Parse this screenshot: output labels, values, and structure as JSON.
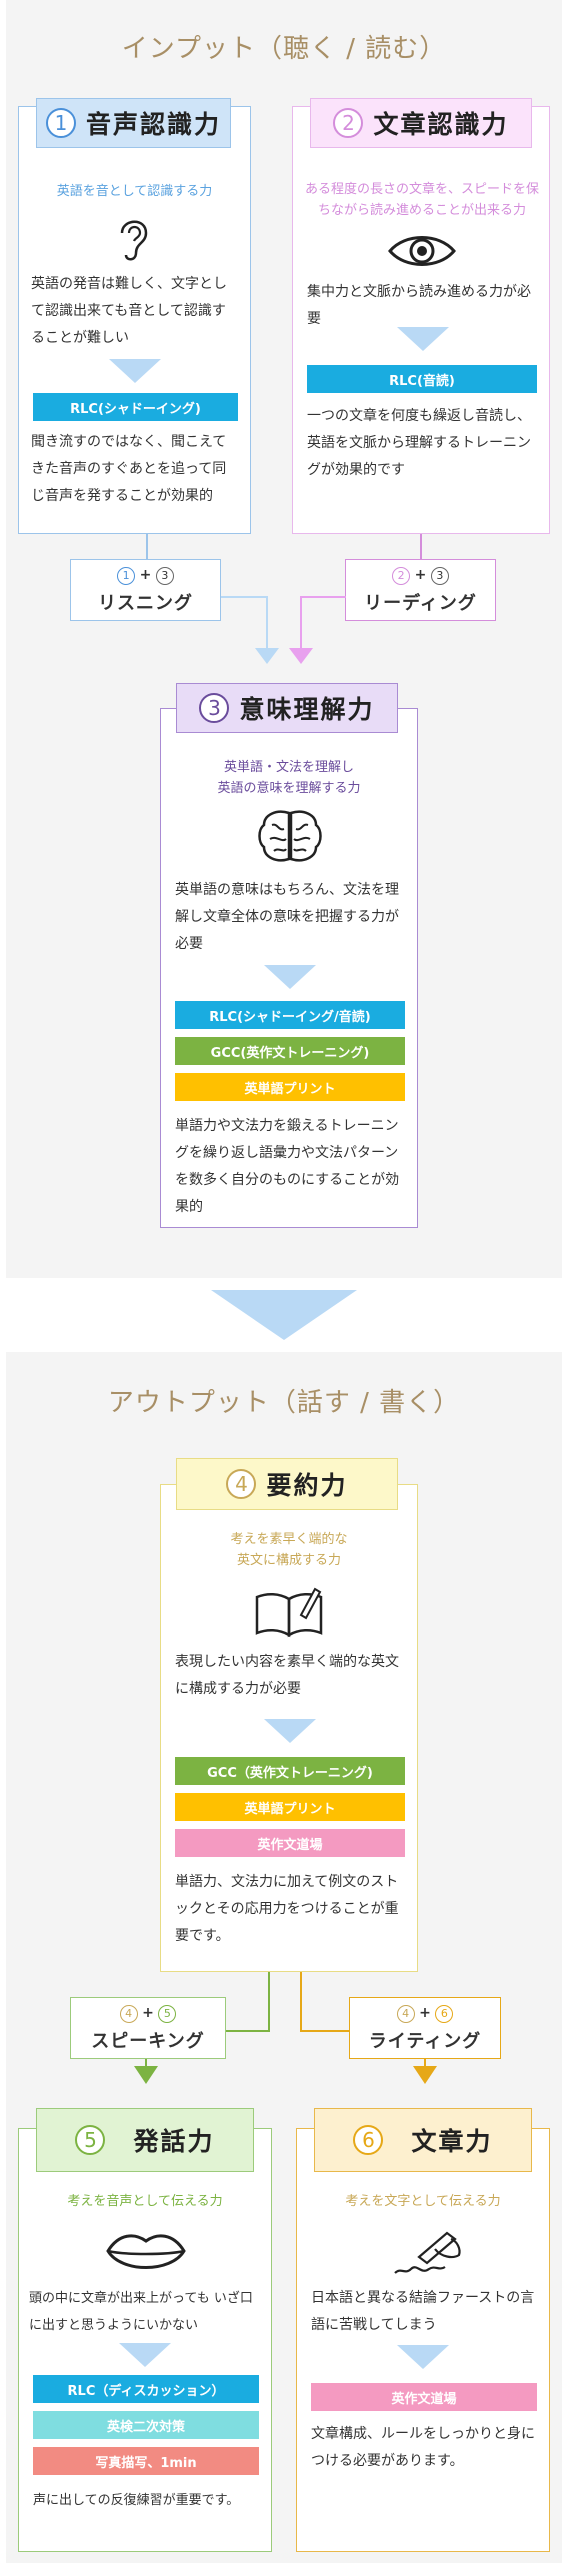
{
  "input": {
    "title": "インプット（聴く / 読む）",
    "listening_power": {
      "number": "1",
      "title": "音声認識力",
      "subtitle": "英語を音として認識する力",
      "desc": "英語の発音は難しく、文字として認識出来ても音として認識することが難しい",
      "bar": "RLC(シャドーイング)",
      "detail": "聞き流すのではなく、聞こえてきた音声のすぐあとを追って同じ音声を発することが効果的"
    },
    "reading_power": {
      "number": "2",
      "title": "文章認識力",
      "subtitle": "ある程度の長さの文章を、スピードを保ちながら読み進めることが出来る力",
      "desc": "集中力と文脈から読み進める力が必要",
      "bar": "RLC(音読)",
      "detail": "一つの文章を何度も繰返し音読し、英語を文脈から理解するトレーニングが効果的です"
    },
    "listening_combo": {
      "n1": "1",
      "plus": "+",
      "n2": "3",
      "label": "リスニング"
    },
    "reading_combo": {
      "n1": "2",
      "plus": "+",
      "n2": "3",
      "label": "リーディング"
    },
    "comprehension": {
      "number": "3",
      "title": "意味理解力",
      "subtitle": "英単語・文法を理解し\n英語の意味を理解する力",
      "desc": "英単語の意味はもちろん、文法を理解し文章全体の意味を把握する力が必要",
      "bars": [
        "RLC(シャドーイング/音読)",
        "GCC(英作文トレーニング)",
        "英単語プリント"
      ],
      "detail": "単語力や文法力を鍛えるトレーニングを繰り返し語彙力や文法パターンを数多く自分のものにすることが効果的"
    }
  },
  "output": {
    "title": "アウトプット（話す / 書く）",
    "summary": {
      "number": "4",
      "title": "要約力",
      "subtitle": "考えを素早く端的な\n英文に構成する力",
      "desc": "表現したい内容を素早く端的な英文に構成する力が必要",
      "bars": [
        "GCC（英作文トレーニング)",
        "英単語プリント",
        "英作文道場"
      ],
      "detail": "単語力、文法力に加えて例文のストックとその応用力をつけることが重要です。"
    },
    "speaking_combo": {
      "n1": "4",
      "plus": "+",
      "n2": "5",
      "label": "スピーキング"
    },
    "writing_combo": {
      "n1": "4",
      "plus": "+",
      "n2": "6",
      "label": "ライティング"
    },
    "speech": {
      "number": "5",
      "title": "発話力",
      "subtitle": "考えを音声として伝える力",
      "desc": "頭の中に文章が出来上がっても いざ口に出すと思うようにいかない",
      "bars": [
        "RLC（ディスカッション）",
        "英検二次対策",
        "写真描写、1min"
      ],
      "detail": "声に出しての反復練習が重要です。"
    },
    "composition": {
      "number": "6",
      "title": "文章力",
      "subtitle": "考えを文字として伝える力",
      "desc": "日本語と異なる結論ファーストの言語に苦戦してしまう",
      "bar": "英作文道場",
      "detail": "文章構成、ルールをしっかりと身につける必要があります。"
    }
  },
  "colors": {
    "blue": "#1aace0",
    "green": "#7cb342",
    "yellow": "#ffc000",
    "pink": "#f49ac1",
    "cyan": "#7fdde0",
    "salmon": "#f28b82",
    "purple": "#6a4c9c",
    "title": "#a88f66"
  }
}
